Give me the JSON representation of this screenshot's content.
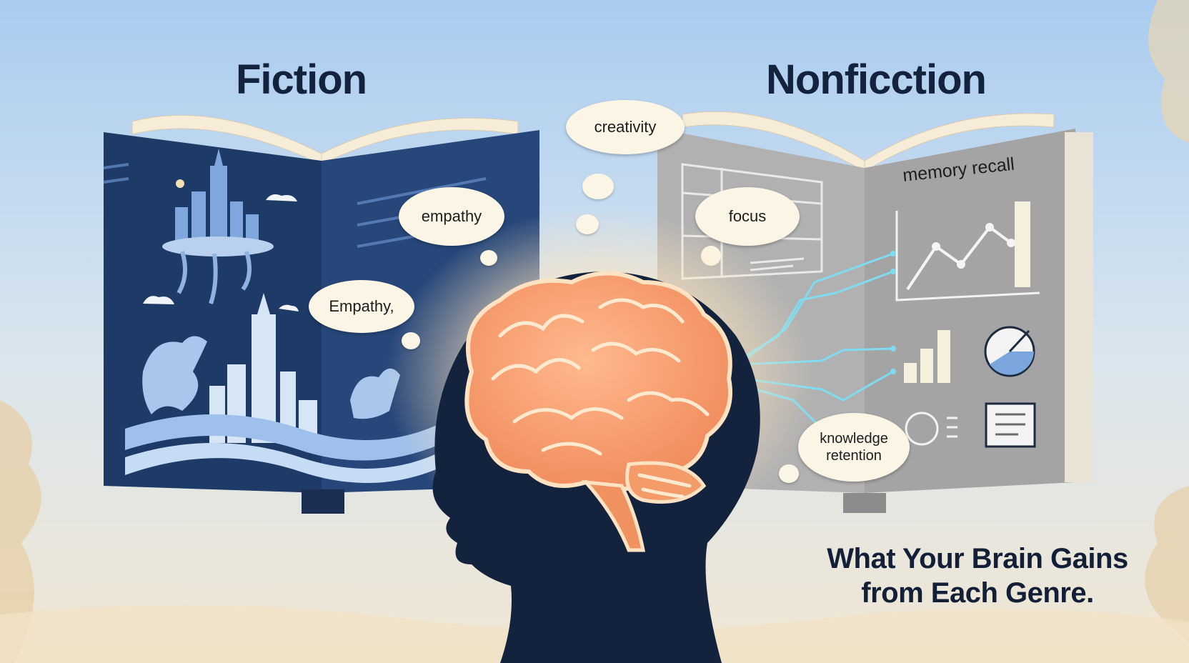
{
  "headings": {
    "fiction": "Fiction",
    "nonfiction": "Nonficction"
  },
  "bubbles": {
    "creativity": "creativity",
    "empathy_lower": "empathy",
    "empathy_title": "Empathy,",
    "focus": "focus",
    "memory_recall": "memory recall",
    "knowledge_line1": "knowledge",
    "knowledge_line2": "retention"
  },
  "tagline": {
    "line1": "What Your Brain Gains",
    "line2": "from Each Genre."
  },
  "colors": {
    "heading": "#14233d",
    "fiction_cover": "#1e3a66",
    "nonfiction_page": "#a3a3a3",
    "brain_glow": "#f6a06b",
    "silhouette": "#14233d",
    "bubble": "#fbf5e6",
    "connector": "#7fdcf0"
  }
}
